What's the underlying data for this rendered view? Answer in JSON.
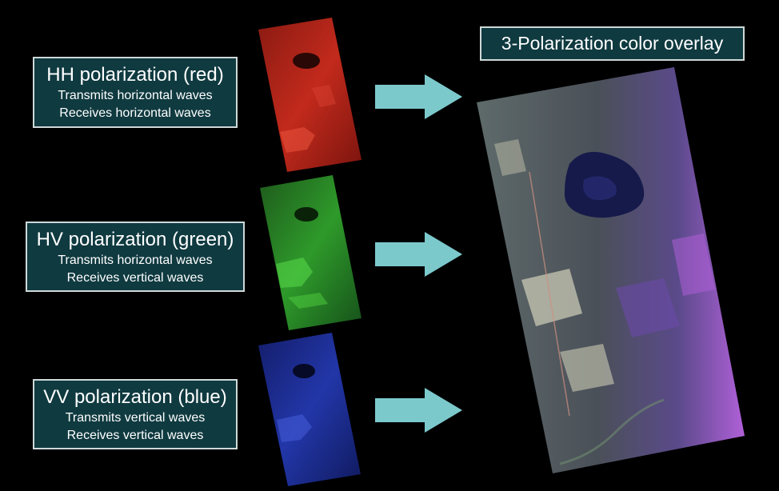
{
  "channels": [
    {
      "title": "HH polarization (red)",
      "line1": "Transmits horizontal waves",
      "line2": "Receives horizontal waves",
      "color": "#c8281c"
    },
    {
      "title": "HV polarization (green)",
      "line1": "Transmits horizontal waves",
      "line2": "Receives vertical waves",
      "color": "#2ea82a"
    },
    {
      "title": "VV polarization (blue)",
      "line1": "Transmits vertical waves",
      "line2": "Receives vertical waves",
      "color": "#2a3fb8"
    }
  ],
  "overlay": {
    "title": "3-Polarization color overlay"
  },
  "arrow_color": "#7cc9cc"
}
